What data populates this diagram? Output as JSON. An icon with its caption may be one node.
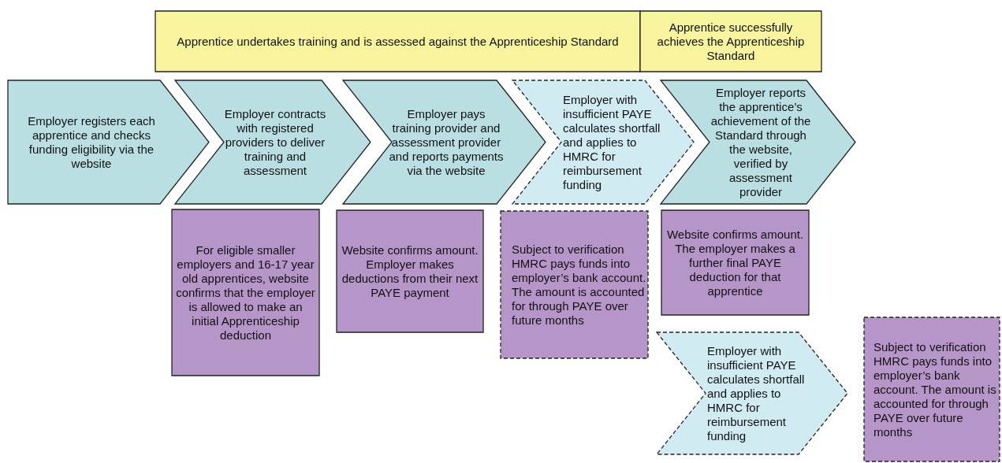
{
  "diagram": {
    "nodes": [
      {
        "text": [
          "Apprentice undertakes training and is assessed against the Apprenticeship Standard"
        ]
      },
      {
        "text": [
          "Apprentice successfully achieves the Apprenticeship Standard"
        ]
      },
      {
        "text": [
          "Employer registers each apprentice and checks funding eligibility via the website"
        ]
      },
      {
        "text": [
          "Employer contracts with registered providers to deliver training and assessment"
        ]
      },
      {
        "text": [
          "Employer pays training provider and assessment provider and reports payments via the website"
        ]
      },
      {
        "text": [
          "Employer with insufficient PAYE calculates shortfall and applies to HMRC for reimbursement funding"
        ]
      },
      {
        "text": [
          "Employer reports the apprentice’s achievement of the Standard through the website, verified by assessment provider"
        ]
      },
      {
        "text": [
          "For eligible smaller employers and 16-17 year old apprentices, website confirms that the employer is allowed to make an initial Apprenticeship deduction"
        ]
      },
      {
        "text": [
          "Website confirms amount. Employer makes deductions from their next PAYE payment"
        ]
      },
      {
        "text": [
          "Subject to verification HMRC pays funds into employer’s bank account. The amount is accounted for through PAYE over future months"
        ]
      },
      {
        "text": [
          "Website confirms amount. The employer makes a further final PAYE deduction for that apprentice"
        ]
      },
      {
        "text": [
          "Employer with insufficient PAYE calculates shortfall and applies to HMRC for reimbursement funding"
        ]
      },
      {
        "text": [
          "Subject to verification HMRC pays funds into employer’s bank account. The amount is accounted for through PAYE over future months"
        ]
      }
    ]
  }
}
